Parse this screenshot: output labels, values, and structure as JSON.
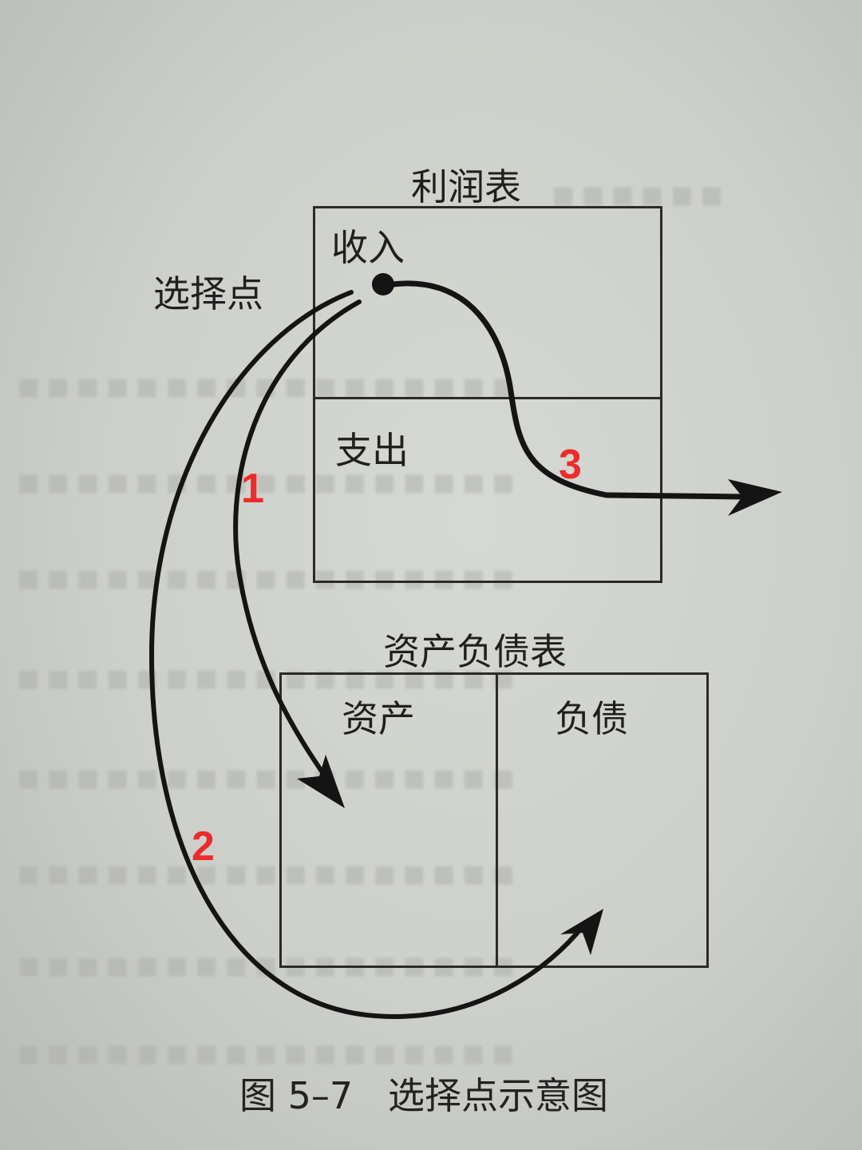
{
  "income_statement": {
    "title": "利润表",
    "revenue": "收入",
    "expense": "支出"
  },
  "selection_point_label": "选择点",
  "balance_sheet": {
    "title": "资产负债表",
    "assets": "资产",
    "liabilities": "负债"
  },
  "path_numbers": [
    "1",
    "2",
    "3"
  ],
  "caption": "图 5–7   选择点示意图",
  "colors": {
    "paper": "#d3d5d0",
    "ink": "#1f1f1f",
    "number_red": "#ee2b2b"
  }
}
